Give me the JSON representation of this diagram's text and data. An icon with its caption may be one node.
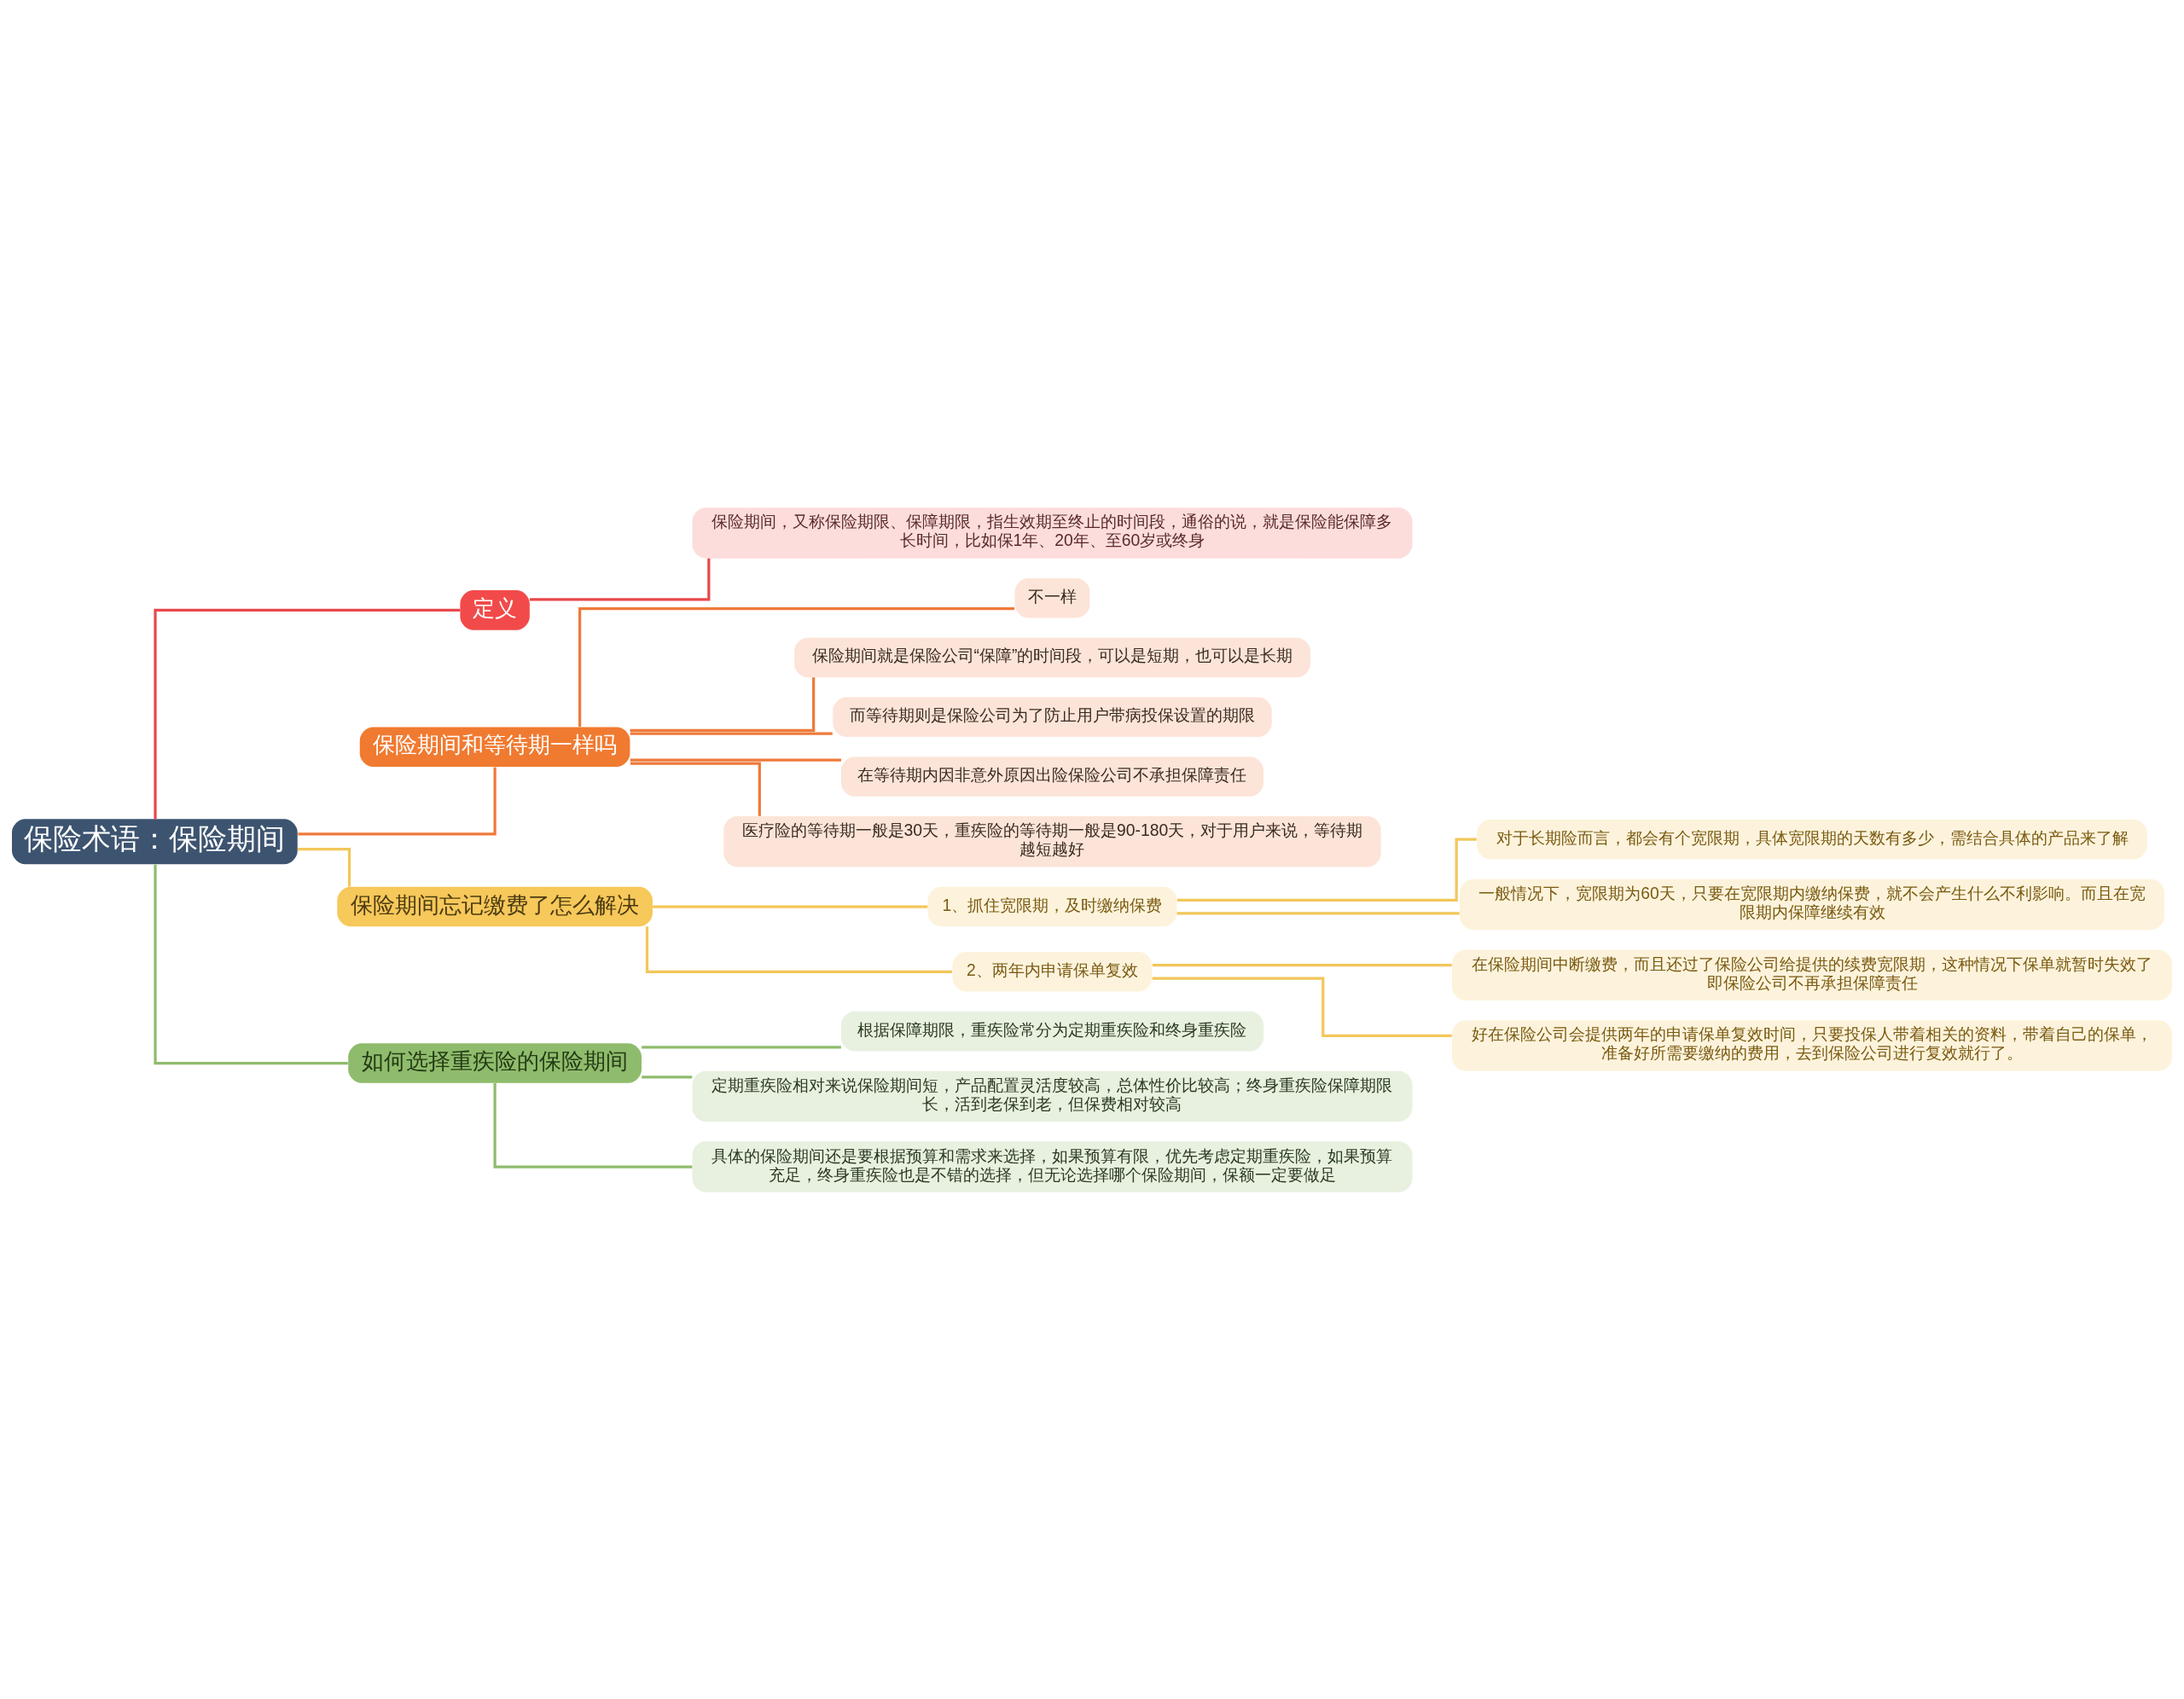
{
  "diagram": {
    "nodes": [
      {
        "text": [
          "保险术语：保险期间"
        ]
      },
      {
        "text": [
          "定义"
        ]
      },
      {
        "text": [
          "保险期间，又称保险期限、保障期限，指生效期至终止的时间段，通俗的说，就是保险能保障多长时间，比如保1年、20年、至60岁或终身"
        ]
      },
      {
        "text": [
          "保险期间和等待期一样吗"
        ]
      },
      {
        "text": [
          "不一样"
        ]
      },
      {
        "text": [
          "保险期间就是保险公司“保障”的时间段，可以是短期，也可以是长期"
        ]
      },
      {
        "text": [
          "而等待期则是保险公司为了防止用户带病投保设置的期限"
        ]
      },
      {
        "text": [
          "在等待期内因非意外原因出险保险公司不承担保障责任"
        ]
      },
      {
        "text": [
          "医疗险的等待期一般是30天，重疾险的等待期一般是90-180天，对于用户来说，等待期越短越好"
        ]
      },
      {
        "text": [
          "保险期间忘记缴费了怎么解决"
        ]
      },
      {
        "text": [
          "1、抓住宽限期，及时缴纳保费"
        ]
      },
      {
        "text": [
          "对于长期险而言，都会有个宽限期，具体宽限期的天数有多少，需结合具体的产品来了解"
        ]
      },
      {
        "text": [
          "一般情况下，宽限期为60天，只要在宽限期内缴纳保费，就不会产生什么不利影响。而且在宽限期内保障继续有效"
        ]
      },
      {
        "text": [
          "2、两年内申请保单复效"
        ]
      },
      {
        "text": [
          "在保险期间中断缴费，而且还过了保险公司给提供的续费宽限期，这种情况下保单就暂时失效了即保险公司不再承担保障责任"
        ]
      },
      {
        "text": [
          "好在保险公司会提供两年的申请保单复效时间，只要投保人带着相关的资料，带着自己的保单，准备好所需要缴纳的费用，去到保险公司进行复效就行了。"
        ]
      },
      {
        "text": [
          "如何选择重疾险的保险期间"
        ]
      },
      {
        "text": [
          "根据保障期限，重疾险常分为定期重疾险和终身重疾险"
        ]
      },
      {
        "text": [
          "定期重疾险相对来说保险期间短，产品配置灵活度较高，总体性价比较高；终身重疾险保障期限长，活到老保到老，但保费相对较高"
        ]
      },
      {
        "text": [
          "具体的保险期间还是要根据预算和需求来选择，如果预算有限，优先考虑定期重疾险，如果预算充足，终身重疾险也是不错的选择，但无论选择哪个保险期间，保额一定要做足"
        ]
      }
    ],
    "edges": [
      {
        "from": 0,
        "to": 1,
        "arrow": "none",
        "color": "#e8484c"
      },
      {
        "from": 1,
        "to": 2,
        "arrow": "none",
        "color": "#e8484c"
      },
      {
        "from": 0,
        "to": 3,
        "arrow": "none",
        "color": "#ee7a3a"
      },
      {
        "from": 3,
        "to": 4,
        "arrow": "none",
        "color": "#ee7a3a"
      },
      {
        "from": 3,
        "to": 5,
        "arrow": "none",
        "color": "#ee7a3a"
      },
      {
        "from": 3,
        "to": 6,
        "arrow": "none",
        "color": "#ee7a3a"
      },
      {
        "from": 3,
        "to": 7,
        "arrow": "none",
        "color": "#ee7a3a"
      },
      {
        "from": 3,
        "to": 8,
        "arrow": "none",
        "color": "#ee7a3a"
      },
      {
        "from": 0,
        "to": 9,
        "arrow": "none",
        "color": "#f2c75a"
      },
      {
        "from": 9,
        "to": 10,
        "arrow": "none",
        "color": "#f2c75a"
      },
      {
        "from": 10,
        "to": 11,
        "arrow": "none",
        "color": "#f2c75a"
      },
      {
        "from": 10,
        "to": 12,
        "arrow": "none",
        "color": "#f2c75a"
      },
      {
        "from": 9,
        "to": 13,
        "arrow": "none",
        "color": "#f2c75a"
      },
      {
        "from": 13,
        "to": 14,
        "arrow": "none",
        "color": "#f2c75a"
      },
      {
        "from": 13,
        "to": 15,
        "arrow": "none",
        "color": "#f2c75a"
      },
      {
        "from": 0,
        "to": 16,
        "arrow": "none",
        "color": "#8fbc6c"
      },
      {
        "from": 16,
        "to": 17,
        "arrow": "none",
        "color": "#8fbc6c"
      },
      {
        "from": 16,
        "to": 18,
        "arrow": "none",
        "color": "#8fbc6c"
      },
      {
        "from": 16,
        "to": 19,
        "arrow": "none",
        "color": "#8fbc6c"
      }
    ]
  }
}
